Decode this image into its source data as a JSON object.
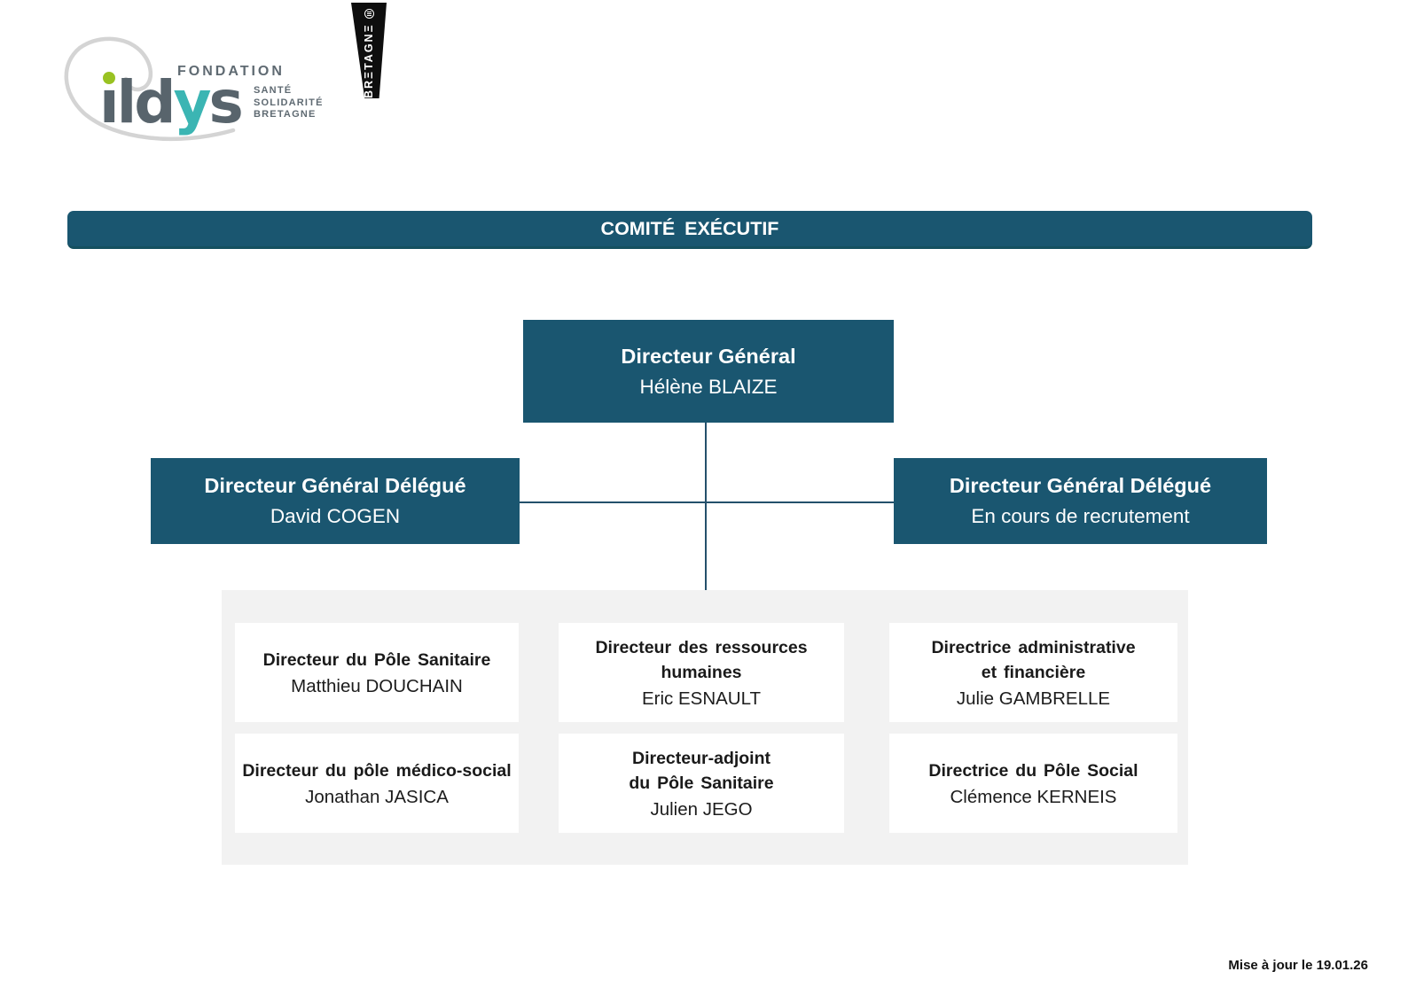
{
  "logo": {
    "wordmark_pre": "ıld",
    "wordmark_y": "y",
    "wordmark_s": "s",
    "fondation": "FONDATION",
    "tagline_lines": [
      "SANTÉ",
      "SOLIDARITÉ",
      "BRETAGNE"
    ]
  },
  "bretagne_badge": {
    "text": "BRΞTAGNΞ"
  },
  "banner": {
    "title": "COMITÉ EXÉCUTIF"
  },
  "org_chart": {
    "director_general": {
      "title": "Directeur Général",
      "name": "Hélène BLAIZE"
    },
    "deputy_left": {
      "title": "Directeur Général Délégué",
      "name": "David COGEN"
    },
    "deputy_right": {
      "title": "Directeur Général Délégué",
      "name": "En cours de recrutement"
    },
    "committee_members": [
      {
        "title": [
          "Directeur du Pôle Sanitaire"
        ],
        "name": "Matthieu DOUCHAIN"
      },
      {
        "title": [
          "Directeur des ressources",
          "humaines"
        ],
        "name": "Eric ESNAULT"
      },
      {
        "title": [
          "Directrice administrative",
          "et financière"
        ],
        "name": "Julie GAMBRELLE"
      },
      {
        "title": [
          "Directeur du pôle médico-social"
        ],
        "name": "Jonathan JASICA"
      },
      {
        "title": [
          "Directeur-adjoint",
          "du Pôle Sanitaire"
        ],
        "name": "Julien JEGO"
      },
      {
        "title": [
          "Directrice du Pôle Social"
        ],
        "name": "Clémence KERNEIS"
      }
    ]
  },
  "footer": {
    "updated_label": "Mise à jour le 19.01.26"
  },
  "colors": {
    "teal_box": "#1a5670",
    "connector": "#24506b",
    "panel_gray": "#f2f2f2",
    "logo_green": "#99c222",
    "logo_teal": "#3bb5b3",
    "logo_gray": "#58646c",
    "badge_black": "#0e0e0e"
  }
}
